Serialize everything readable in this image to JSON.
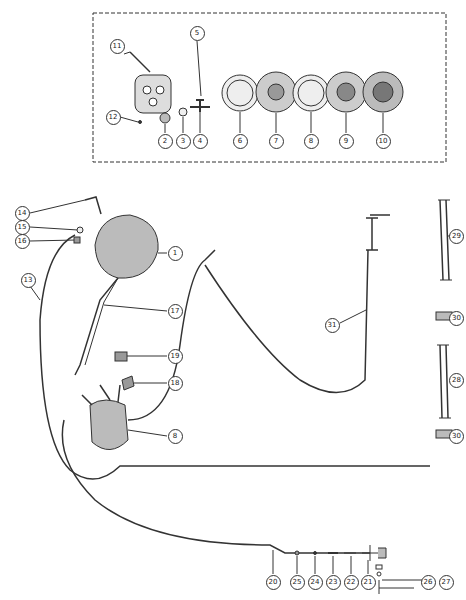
{
  "diagram": {
    "labels": [
      "11",
      "5",
      "12",
      "2",
      "3",
      "4",
      "6",
      "7",
      "8",
      "9",
      "10",
      "14",
      "15",
      "16",
      "13",
      "1",
      "17",
      "19",
      "18",
      "8",
      "31",
      "29",
      "30",
      "28",
      "30",
      "20",
      "25",
      "24",
      "23",
      "22",
      "21",
      "26",
      "27"
    ]
  }
}
